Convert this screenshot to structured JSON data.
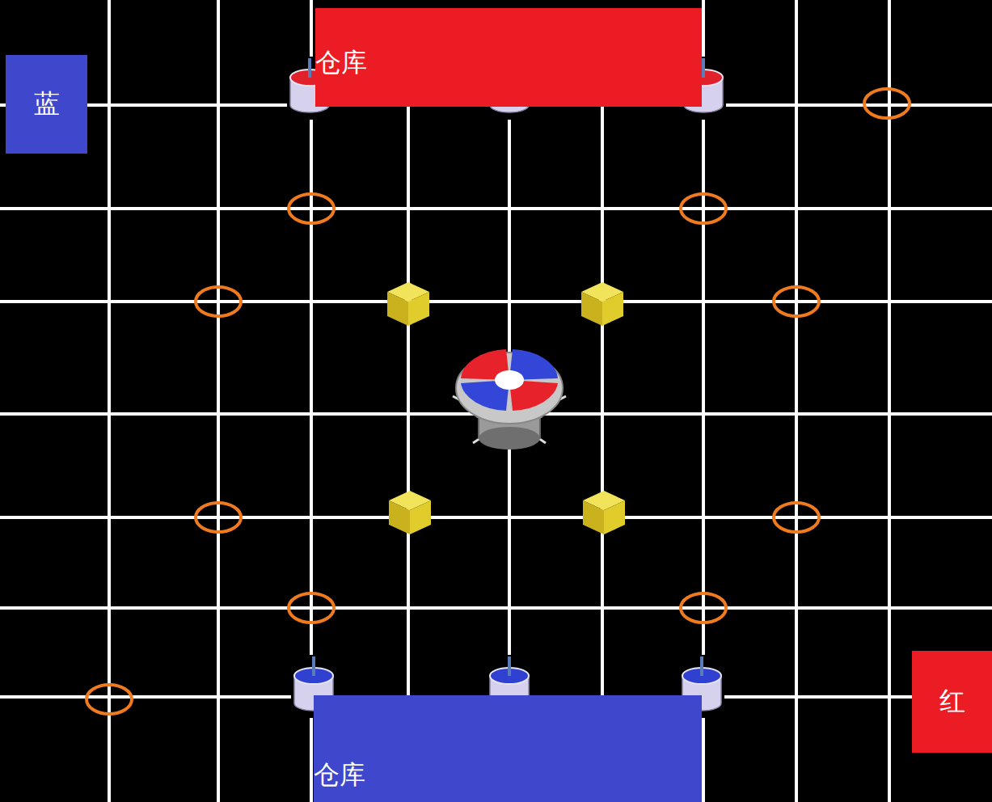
{
  "diagram": {
    "nodes": [
      {
        "text": [
          "仓库"
        ]
      },
      {
        "text": [
          "蓝"
        ]
      },
      {
        "text": [
          "红"
        ]
      },
      {
        "text": [
          "仓库"
        ]
      }
    ],
    "edges": []
  }
}
